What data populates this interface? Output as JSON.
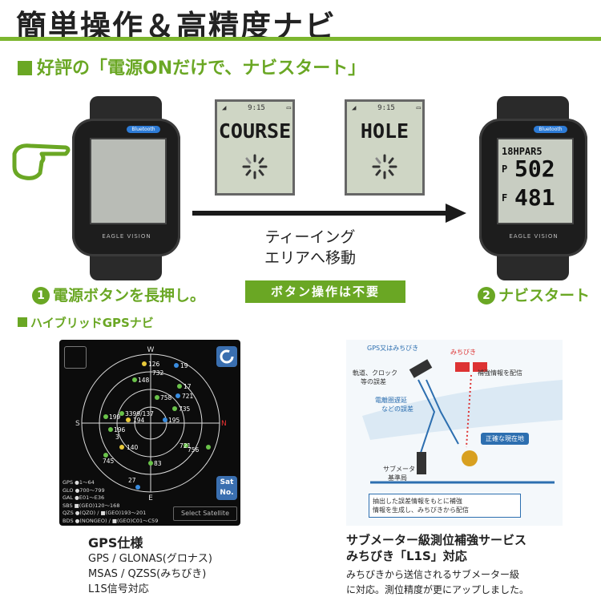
{
  "title": "簡単操作＆高精度ナビ",
  "section1": "好評の「電源ONだけで、ナビスタート」",
  "watch": {
    "bluetooth": "Bluetooth",
    "logo": "EAGLE VISION",
    "nav_lines": [
      {
        "label": "18H",
        "value": "PAR5"
      },
      {
        "label": "P",
        "value": "502"
      },
      {
        "label": "F",
        "value": "481"
      }
    ]
  },
  "panels": [
    {
      "time": "9:15",
      "text": "COURSE"
    },
    {
      "time": "9:15",
      "text": "HOLE"
    }
  ],
  "arrow_text": [
    "ティーイング",
    "エリアへ移動"
  ],
  "badge": "ボタン操作は不要",
  "step1": {
    "num": "1",
    "text": "電源ボタンを長押し。"
  },
  "step2": {
    "num": "2",
    "text": "ナビスタート"
  },
  "section2": "ハイブリッドGPSナビ",
  "gps_screen": {
    "compass": {
      "n": "N",
      "s": "S",
      "w": "W",
      "e": "E"
    },
    "sat_numbers": [
      "126",
      "19",
      "732",
      "148",
      "17",
      "721",
      "758",
      "735",
      "195",
      "3399/137",
      "194",
      "199",
      "196",
      "3",
      "140",
      "721",
      "756",
      "745",
      "83",
      "27"
    ],
    "legend": [
      "GPS ●1～64",
      "GLO ●700～799",
      "GAL ●E01～E36",
      "SBS ■(GEO)120～168",
      "QZS ●(QZO) / ■(GEO)193～201",
      "BDS ●(NONGEO) / ■(GEO)C01～C59"
    ],
    "sat_no": [
      "Sat",
      "No."
    ],
    "select_button": "Select Satellite"
  },
  "gps_spec": {
    "heading": "GPS仕様",
    "lines": [
      "GPS / GLONAS(グロナス)",
      "MSAS / QZSS(みちびき)",
      "L1S信号対応"
    ]
  },
  "michibiki_diagram": {
    "gps_label": "GPS又はみちびき",
    "michibiki_label": "みちびき",
    "orbit_error": [
      "軌道、クロック",
      "等の誤差"
    ],
    "ion_error": [
      "電離圏遅延",
      "などの誤差"
    ],
    "correction": "補強情報を配信",
    "position": "正確な現在地",
    "station": [
      "サブメータ",
      "基準局"
    ],
    "bottom_note": [
      "抽出した誤差情報をもとに補強",
      "情報を生成し、みちびきから配信"
    ]
  },
  "michibiki_spec": {
    "heading": [
      "サブメーター級測位補強サービス",
      "みちびき「L1S」対応"
    ],
    "lines": [
      "みちびきから送信されるサブメーター級",
      "に対応。測位精度が更にアップしました。"
    ]
  },
  "colors": {
    "accent": "#6aa724",
    "rule": "#7cb62f",
    "blue": "#3a6fb0"
  }
}
